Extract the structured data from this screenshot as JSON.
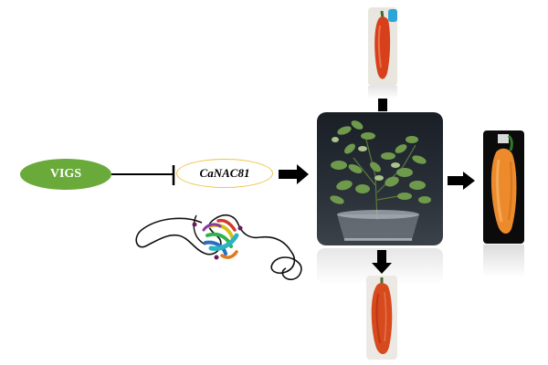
{
  "nodes": {
    "vigs": "VIGS",
    "gene": "CaNAC81"
  },
  "colors": {
    "vigs_fill": "#6aaa3a",
    "gene_border": "#f0c24a",
    "arrow": "#000000",
    "inhibition_line": "#000000"
  },
  "icons": {
    "inhibition": "t-bar-inhibition-icon",
    "arrow": "block-arrow-icon",
    "protein": "protein-ribbon-structure",
    "plant": "pepper-plant-photo",
    "fruit": "red-pepper-fruit-photo"
  }
}
